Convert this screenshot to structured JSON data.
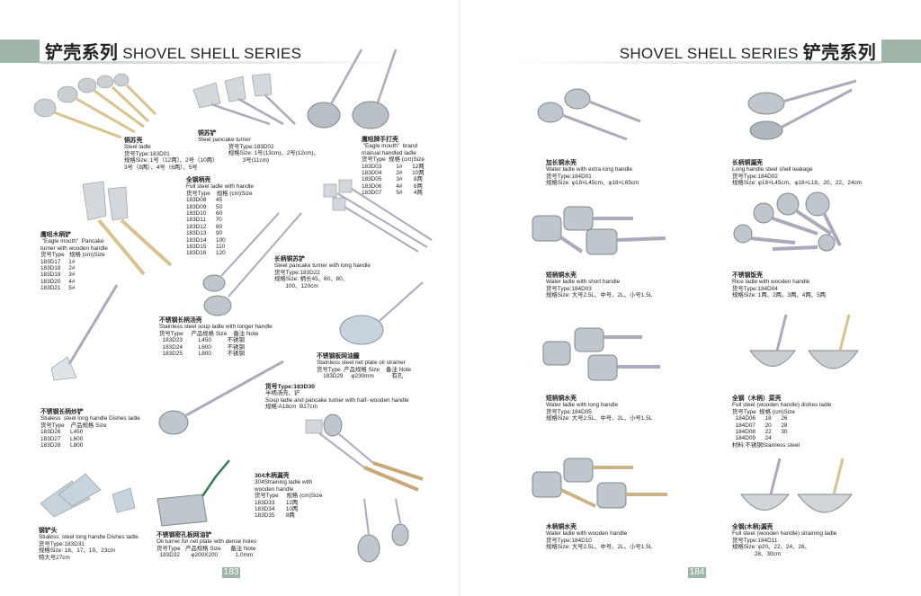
{
  "header": {
    "left_cn": "铲壳系列",
    "left_en": "SHOVEL SHELL SERIES",
    "right_en": "SHOVEL SHELL SERIES",
    "right_cn": "铲壳系列",
    "accent_color": "#9fb5a8"
  },
  "left_page": {
    "page_number": "183",
    "blocks": [
      {
        "lines": [
          "铜苏壳",
          "Steel ladle",
          "货号Type:183D01",
          "规格Size: 1号（12两）、2号（10两）",
          "3号（8两）、4号（6两）、5号"
        ]
      },
      {
        "lines": [
          "铜苏铲",
          "Steel pancake turner",
          "                   货号Type:183D02",
          "                   规格Size: 1号(13cm)、2号(12cm)、",
          "                            3号(11cm)"
        ]
      },
      {
        "lines": [
          "鹰咀牌手打壳",
          " \"Eagle mouth\"  brand",
          "manual handled ladle",
          "货号Type  规格 (cm)Size",
          "183D03         1#      12两",
          "183D04         2#      10两",
          "183D05         3#       8两",
          "183D06         4#       6两",
          "183D07         5#       4两"
        ]
      },
      {
        "lines": [
          "全钢柄壳",
          "Full steel ladle with handle",
          "货号Type    规格 (cm)Size",
          "183D08      45",
          "183D09      50",
          "183D10      60",
          "183D11      70",
          "183D12      80",
          "183D13      90",
          "183D14      100",
          "183D15      110",
          "183D16      120"
        ]
      },
      {
        "lines": [
          "鹰咀木柄铲",
          " \"Eagle mouth\"  Pancake",
          "turner with wooden handle",
          "货号Type   规格 (cm)Size",
          "183D17     1#",
          "183D18     2#",
          "183D19     3#",
          "183D20     4#",
          "183D21     5#"
        ]
      },
      {
        "lines": [
          "长柄铜苏铲",
          "Steel pancake turner with long handle",
          "货号Type:183D22",
          "规格Size: 柄长45、60、80、",
          "       100、120cm"
        ]
      },
      {
        "lines": [
          "不锈钢长柄汤壳",
          "Stainless steel soup ladle with longer handle",
          "货号Type     产品规格 Size    备注 Note",
          "  183D23          L450          不锈钢",
          "  183D24          L600          不锈钢",
          "  183D25          L800          不锈钢"
        ]
      },
      {
        "lines": [
          "不锈钢板网油朧",
          "Stainless steel net plate oil strainer",
          "货号Type  产品规格 Size    备注 Note",
          "    183D29     φ230mm           有孔"
        ]
      },
      {
        "lines": [
          "不锈钢长柄炒铲",
          "Stialess  steel long handle Dishes ladle",
          "货号Type    产品规格 Size",
          "183D26      L450",
          "183D27      L600",
          "183D28      L800"
        ]
      },
      {
        "lines": [
          "货号Type:183D30",
          "半柄汤壳、铲",
          "Soup ladle and pancake turner with half- wooden handle",
          "规格:A18cm  B17cm"
        ]
      },
      {
        "lines": [
          "钢铲头",
          "Stialess  steel long handle Dishes ladle",
          "货号Type:183D31",
          "规格Size: 16、17、19、23cm",
          "特大号27cm"
        ]
      },
      {
        "lines": [
          "不锈钢密孔板网油铲",
          "Oil turner for net plate with dense holes",
          "货号Type   产品规格 Size      备注 Note",
          "  183D32       φ200X200           1.0mm"
        ]
      },
      {
        "lines": [
          "304木柄漏壳",
          "304Straining ladle with",
          "wooden handle",
          "货号Type     规格 (cm)Size",
          "183D33       12两",
          "183D34       10两",
          "183D35       8两"
        ]
      }
    ]
  },
  "right_page": {
    "page_number": "184",
    "blocks": [
      {
        "lines": [
          "加长铜水壳",
          "Water ladle with extra long handle",
          "货号Type:184D01",
          "规格Size: φ18×L45cm、φ18×L65cm"
        ]
      },
      {
        "lines": [
          "长柄铜漏壳",
          "Long handle steel shell leakage",
          "货号Type:184D02",
          "规格Size: φ18×L45cm、φ18×L18、20、22、24cm"
        ]
      },
      {
        "lines": [
          "短柄铜水壳",
          "Water ladle with short handle",
          "货号Type:184D03",
          "规格Size: 大号2.5L、中号、2L、小号1.5L"
        ]
      },
      {
        "lines": [
          "不锈钢饭壳",
          "Rice ladle with wooden handle",
          "货号Type:184D04",
          "规格Size: 1两、2两、3两、4两、5两"
        ]
      },
      {
        "lines": [
          "短柄铜水壳",
          "Water ladle with long handle",
          "货号Type:184D05",
          "规格Size: 大号2.5L、中号、2L、小号1.5L"
        ]
      },
      {
        "lines": [
          "全钢（木柄）菜壳",
          "Full steel (wooden handle) dishes ladle",
          "货号Type  规格 (cm)Size",
          "  184D06      18      26",
          "  184D07      20      28",
          "  184D08      22      30",
          "  184D09      24",
          "材料:不锈钢Stainless steel"
        ]
      },
      {
        "lines": [
          "木柄铜水壳",
          "Water ladle with wooden handle",
          "货号Type:184D10",
          "规格Size: 大号2.5L、中号、2L、小号1.5L"
        ]
      },
      {
        "lines": [
          "全钢(木柄)漏壳",
          "Full steel (wooden handle) straining ladle",
          "货号Type:184D11",
          "规格Size: φ20、22、24、26、",
          "              28、30cm"
        ]
      }
    ]
  }
}
